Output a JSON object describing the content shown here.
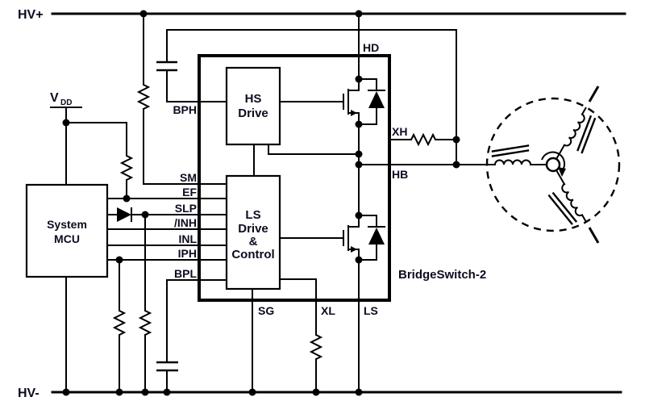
{
  "rails": {
    "hv_plus_label": "HV+",
    "hv_minus_label": "HV-"
  },
  "supply": {
    "vdd_letter": "V",
    "vdd_subscript": "DD"
  },
  "mcu": {
    "label_line1": "System",
    "label_line2": "MCU"
  },
  "bridgeswitch": {
    "part_label": "BridgeSwitch-2",
    "hs_drive_line1": "HS",
    "hs_drive_line2": "Drive",
    "ls_drive_line1": "LS",
    "ls_drive_line2": "Drive",
    "ls_drive_line3": "&",
    "ls_drive_line4": "Control",
    "pins": {
      "bph": "BPH",
      "sm": "SM",
      "ef": "EF",
      "slp": "SLP",
      "inh": "/INH",
      "inl": "INL",
      "iph": "IPH",
      "bpl": "BPL",
      "sg": "SG",
      "xl": "XL",
      "ls": "LS",
      "hd": "HD",
      "xh": "XH",
      "hb": "HB"
    }
  },
  "motor": {
    "type": "three-phase-bldc-motor",
    "phases": 3
  },
  "colors": {
    "wire": "#000000",
    "text": "#0c0c20",
    "background": "#ffffff"
  }
}
